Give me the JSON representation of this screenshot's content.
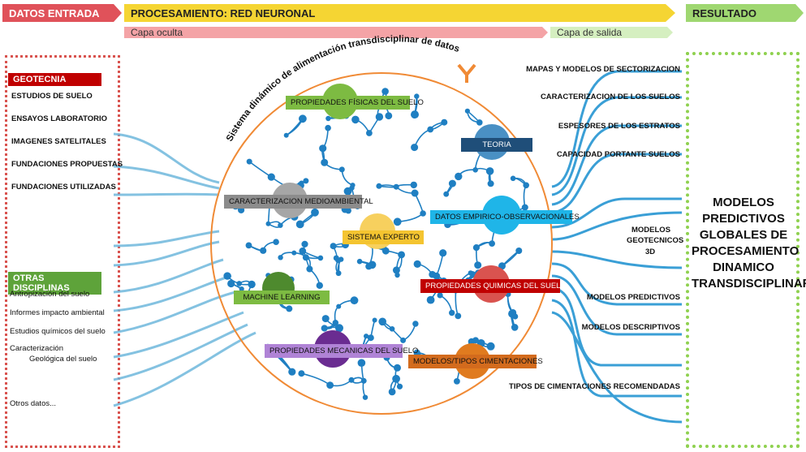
{
  "header": {
    "datos_entrada": "DATOS ENTRADA",
    "procesamiento": "PROCESAMIENTO: RED NEURONAL",
    "resultado": "RESULTADO",
    "capa_oculta": "Capa oculta",
    "capa_salida": "Capa de salida"
  },
  "arc_title": "Sistema dinámico de alimentación transdisciplinar de datos",
  "inputs": {
    "geotecnia_title": "GEOTECNIA",
    "geotecnia_items": [
      "ESTUDIOS DE SUELO",
      "ENSAYOS LABORATORIO",
      "IMAGENES SATELITALES",
      "FUNDACIONES PROPUESTAS",
      "FUNDACIONES UTILIZADAS"
    ],
    "otras_title": "OTRAS DISCIPLINAS",
    "otras_items": [
      "Antropización del suelo",
      "Informes impacto ambiental",
      "Estudios químicos del suelo",
      "Caracterización",
      "Geológica del suelo",
      "Otros datos..."
    ]
  },
  "nodes": [
    {
      "label": "PROPIEDADES FÍSICAS DEL SUELO",
      "color": "#7dbb42",
      "circle": "#7dbb42"
    },
    {
      "label": "TEORIA",
      "color": "#1f4e79",
      "circle": "#4a90c4"
    },
    {
      "label": "CARACTERIZACION MEDIOAMBIENTAL",
      "color": "#7f7f7f",
      "circle": "#a6a6a6"
    },
    {
      "label": "SISTEMA EXPERTO",
      "color": "#f4c430",
      "circle": "#f7d05e"
    },
    {
      "label": "DATOS EMPIRICO-OBSERVACIONALES",
      "color": "#1fb5e8",
      "circle": "#1fb5e8"
    },
    {
      "label": "MACHINE  LEARNING",
      "color": "#5ea33a",
      "circle": "#4e8a2e"
    },
    {
      "label": "PROPIEDADES QUIMICAS DEL SUELO",
      "color": "#c00000",
      "circle": "#d9534f"
    },
    {
      "label": "PROPIEDADES MECANICAS DEL SUELO",
      "color": "#b083d6",
      "circle": "#6a2c91"
    },
    {
      "label": "MODELOS/TIPOS  CIMENTACIONES",
      "color": "#d36b1d",
      "circle": "#e07b1f"
    }
  ],
  "outputs": [
    "MAPAS Y MODELOS DE SECTORIZACION",
    "CARACTERIZACION DE LOS SUELOS",
    "ESPESORES  DE  LOS  ESTRATOS",
    "CAPACIDAD PORTANTE SUELOS",
    "MODELOS",
    "GEOTECNICOS",
    "3D",
    "MODELOS PREDICTIVOS",
    "MODELOS DESCRIPTIVOS",
    "TIPOS DE CIMENTACIONES RECOMENDADAS"
  ],
  "resultado_lines": [
    "MODELOS",
    "PREDICTIVOS",
    "GLOBALES DE",
    "PROCESAMIENTO",
    "DINAMICO",
    "TRANSDISCIPLINAR"
  ],
  "colors": {
    "red": "#e0525a",
    "yellow": "#f5d533",
    "green": "#9fd771",
    "network": "#1f7fc2",
    "orange_circle": "#f08a35"
  }
}
